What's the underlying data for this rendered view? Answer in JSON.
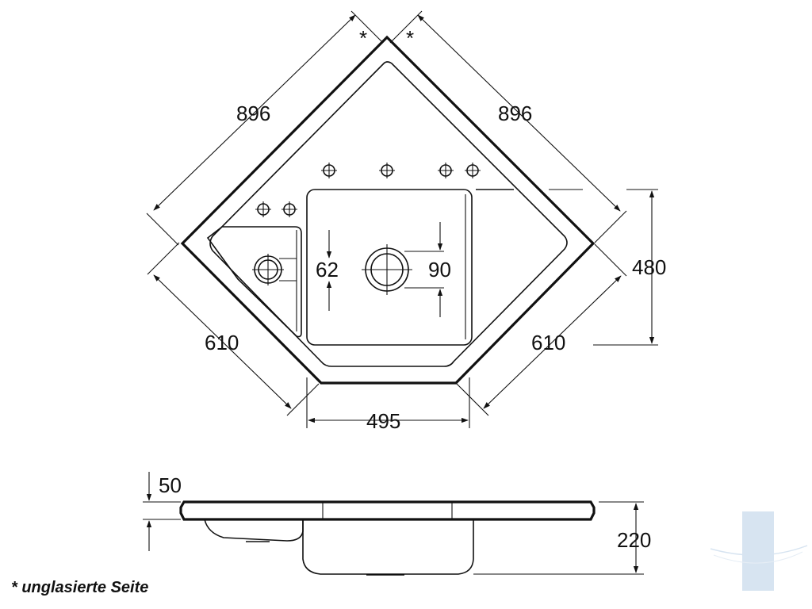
{
  "drawing": {
    "top_view": {
      "dims": {
        "top_left_edge": "896",
        "top_right_edge": "896",
        "lower_left_edge": "610",
        "lower_right_edge": "610",
        "front_width": "495",
        "depth": "480",
        "small_drain": "62",
        "main_drain": "90"
      },
      "unglazed_markers": [
        "*",
        "*"
      ]
    },
    "side_view": {
      "dims": {
        "rim_thickness": "50",
        "total_height": "220"
      }
    },
    "footnote": "* unglasierte Seite"
  },
  "colors": {
    "line": "#111111",
    "background": "#ffffff",
    "watermark": "#b8cfe6"
  }
}
